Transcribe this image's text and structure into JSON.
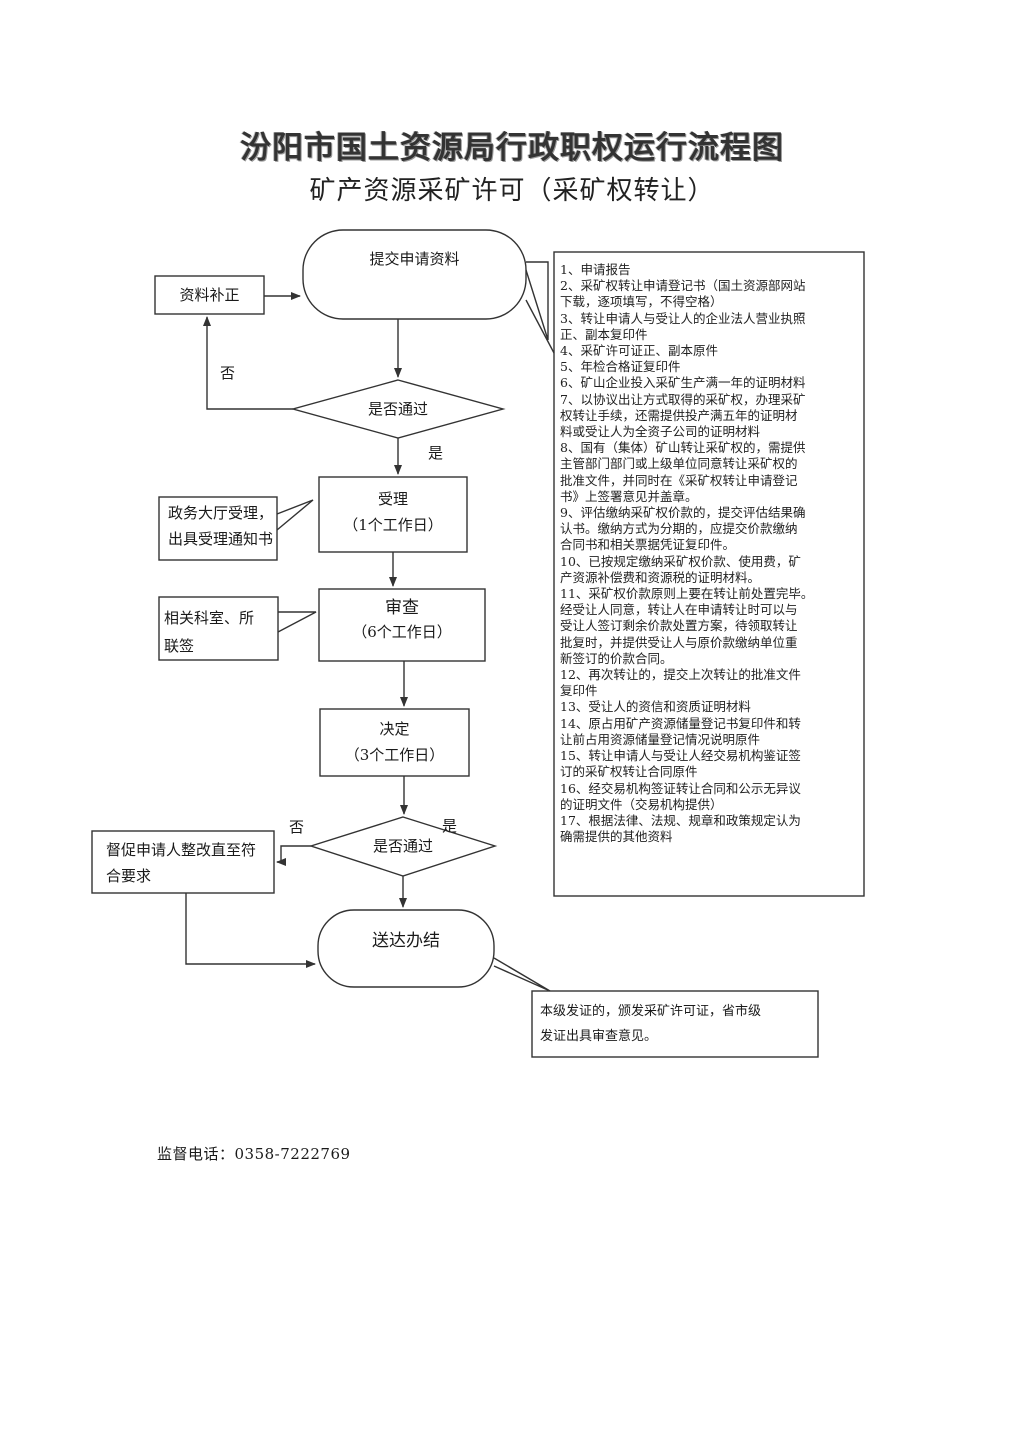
{
  "title": "汾阳市国土资源局行政职权运行流程图",
  "subtitle": "矿产资源采矿许可（采矿权转让）",
  "nodes": {
    "submit": "提交申请资料",
    "supplement": "资料补正",
    "check1": "是否通过",
    "no1": "否",
    "yes1": "是",
    "accept_label": "受理",
    "accept_days": "（1个工作日）",
    "accept_side": [
      "政务大厅受理，",
      "出具受理通知书"
    ],
    "review_label": "审查",
    "review_days": "（6个工作日）",
    "review_side": [
      "相关科室、所",
      "联签"
    ],
    "decide_label": "决定",
    "decide_days": "（3个工作日）",
    "check2": "是否通过",
    "no2": "否",
    "yes2": "是",
    "urge": [
      "督促申请人整改直至符",
      "合要求"
    ],
    "finish": "送达办结",
    "finish_note": [
      "本级发证的，颁发采矿许可证，省市级",
      "发证出具审查意见。"
    ]
  },
  "requirements": [
    "1、申请报告",
    "2、采矿权转让申请登记书（国土资源部网站",
    "下载，逐项填写，不得空格）",
    "3、转让申请人与受让人的企业法人营业执照",
    "正、副本复印件",
    "4、采矿许可证正、副本原件",
    "5、年检合格证复印件",
    "6、矿山企业投入采矿生产满一年的证明材料",
    "7、以协议出让方式取得的采矿权，办理采矿",
    "权转让手续，还需提供投产满五年的证明材",
    "料或受让人为全资子公司的证明材料",
    "8、国有（集体）矿山转让采矿权的，需提供",
    "主管部门部门或上级单位同意转让采矿权的",
    "批准文件，并同时在《采矿权转让申请登记",
    "书》上签署意见并盖章。",
    "9、评估缴纳采矿权价款的，提交评估结果确",
    "认书。缴纳方式为分期的，应提交价款缴纳",
    "合同书和相关票据凭证复印件。",
    "10、已按规定缴纳采矿权价款、使用费，矿",
    "产资源补偿费和资源税的证明材料。",
    "11、采矿权价款原则上要在转让前处置完毕。",
    "经受让人同意，转让人在申请转让时可以与",
    "受让人签订剩余价款处置方案，待领取转让",
    "批复时，并提供受让人与原价款缴纳单位重",
    "新签订的价款合同。",
    "12、再次转让的，提交上次转让的批准文件",
    "复印件",
    "13、受让人的资信和资质证明材料",
    "14、原占用矿产资源储量登记书复印件和转",
    "让前占用资源储量登记情况说明原件",
    "15、转让申请人与受让人经交易机构鉴证签",
    "订的采矿权转让合同原件",
    "16、经交易机构签证转让合同和公示无异议",
    "的证明文件（交易机构提供）",
    "17、根据法律、法规、规章和政策规定认为",
    "确需提供的其他资料"
  ],
  "phone": "监督电话：0358-7222769"
}
